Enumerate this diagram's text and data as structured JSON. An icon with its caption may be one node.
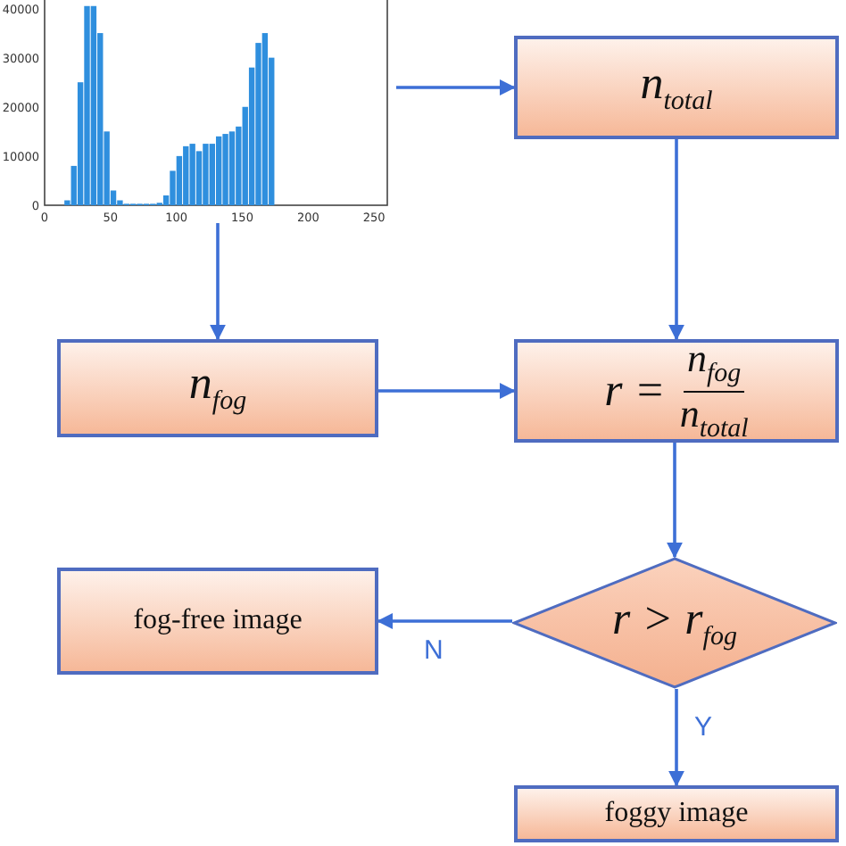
{
  "diagram": {
    "nodes": [
      {
        "text": [],
        "shape": "chart"
      },
      {
        "text": [
          "n$_{total}$"
        ]
      },
      {
        "text": [
          "n$_{fog}$"
        ]
      },
      {
        "text": [
          "r =",
          "n$_{fog}$",
          "n$_{total}$"
        ]
      },
      {
        "text": [
          "fog-free image"
        ]
      },
      {
        "text": [
          "r > r$_{fog}$"
        ]
      },
      {
        "text": [
          "foggy image"
        ]
      }
    ],
    "edges": [
      {
        "from": 0,
        "to": 1,
        "arrow": "to"
      },
      {
        "from": 0,
        "to": 2,
        "arrow": "to"
      },
      {
        "from": 1,
        "to": 3,
        "arrow": "to"
      },
      {
        "from": 2,
        "to": 3,
        "arrow": "to"
      },
      {
        "from": 3,
        "to": 5,
        "arrow": "to"
      },
      {
        "from": 5,
        "to": 4,
        "arrow": "to",
        "label": "N"
      },
      {
        "from": 5,
        "to": 6,
        "arrow": "to",
        "label": "Y"
      }
    ],
    "chart_data": {
      "type": "bar",
      "x": [
        15,
        20,
        25,
        30,
        35,
        40,
        45,
        50,
        55,
        60,
        65,
        70,
        75,
        80,
        85,
        90,
        95,
        100,
        105,
        110,
        115,
        120,
        125,
        130,
        135,
        140,
        145,
        150,
        155,
        160,
        165,
        170
      ],
      "values": [
        1000,
        8000,
        25000,
        40500,
        40500,
        35000,
        15000,
        3000,
        1000,
        300,
        300,
        300,
        300,
        300,
        500,
        2000,
        7000,
        10000,
        12000,
        12500,
        11000,
        12500,
        12500,
        14000,
        14500,
        15000,
        16000,
        20000,
        28000,
        33000,
        35000,
        30000
      ],
      "xticks": [
        0,
        50,
        100,
        150,
        200,
        250
      ],
      "yticks": [
        0,
        10000,
        20000,
        30000,
        40000
      ],
      "xlim": [
        0,
        260
      ],
      "ylim": [
        0,
        41000
      ]
    }
  }
}
